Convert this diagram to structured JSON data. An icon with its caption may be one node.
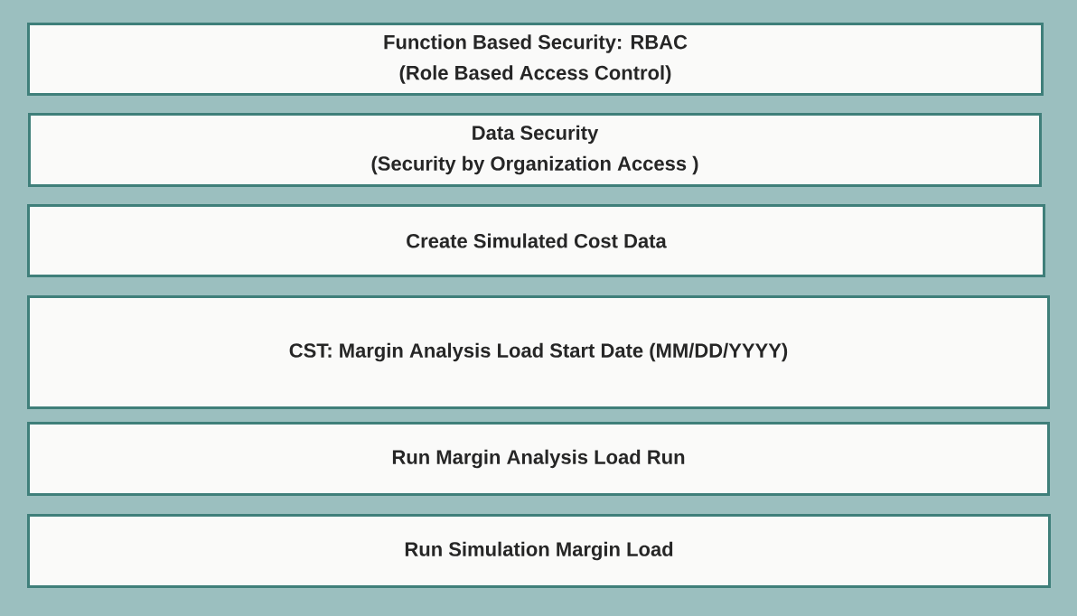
{
  "diagram": {
    "nodes": [
      {
        "text": [
          "Function Based Security: RBAC",
          "(Role Based Access Control)"
        ]
      },
      {
        "text": [
          "Data Security",
          "(Security by Organization Access )"
        ]
      },
      {
        "text": [
          "Create Simulated Cost Data"
        ]
      },
      {
        "text": [
          "CST: Margin Analysis Load Start Date (MM/DD/YYYY)"
        ]
      },
      {
        "text": [
          "Run Margin Analysis Load Run"
        ]
      },
      {
        "text": [
          "Run Simulation Margin Load"
        ]
      }
    ]
  }
}
